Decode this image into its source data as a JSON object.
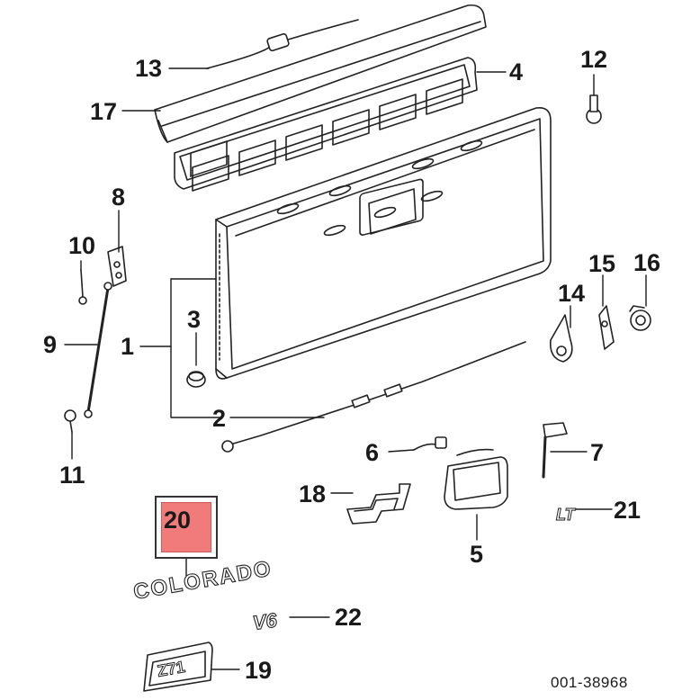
{
  "callouts": {
    "c1": "1",
    "c2": "2",
    "c3": "3",
    "c4": "4",
    "c5": "5",
    "c6": "6",
    "c7": "7",
    "c8": "8",
    "c9": "9",
    "c10": "10",
    "c11": "11",
    "c12": "12",
    "c13": "13",
    "c14": "14",
    "c15": "15",
    "c16": "16",
    "c17": "17",
    "c18": "18",
    "c19": "19",
    "c20": "20",
    "c21": "21",
    "c22": "22"
  },
  "highlighted_part": "20",
  "emblems": {
    "colorado": "COLORADO",
    "v6": "V6",
    "lt": "LT",
    "z71": "Z71"
  },
  "figure_code": "001-38968",
  "colors": {
    "highlight": "#f17b7b",
    "line": "#1a1a1a"
  }
}
